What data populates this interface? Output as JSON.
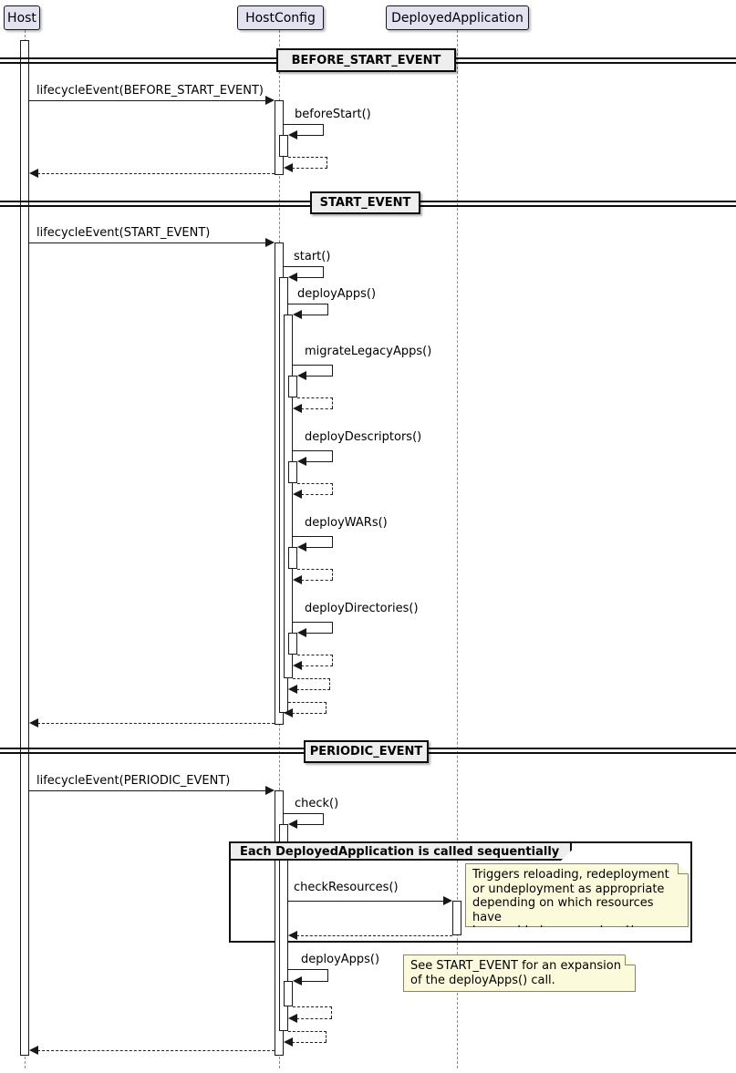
{
  "diagram": {
    "participants": [
      {
        "label": "Host"
      },
      {
        "label": "HostConfig"
      },
      {
        "label": "DeployedApplication"
      }
    ],
    "dividers": {
      "before_start": "BEFORE_START_EVENT",
      "start": "START_EVENT",
      "periodic": "PERIODIC_EVENT"
    },
    "messages": {
      "lifecycle_before_start": "lifecycleEvent(BEFORE_START_EVENT)",
      "before_start": "beforeStart()",
      "lifecycle_start": "lifecycleEvent(START_EVENT)",
      "start": "start()",
      "deploy_apps": "deployApps()",
      "migrate_legacy_apps": "migrateLegacyApps()",
      "deploy_descriptors": "deployDescriptors()",
      "deploy_wars": "deployWARs()",
      "deploy_directories": "deployDirectories()",
      "lifecycle_periodic": "lifecycleEvent(PERIODIC_EVENT)",
      "check": "check()",
      "check_resources": "checkResources()",
      "deploy_apps_periodic": "deployApps()"
    },
    "frame": {
      "title": "Each DeployedApplication is called sequentially"
    },
    "notes": {
      "check_resources": "Triggers reloading, redeployment\nor undeployment as appropriate\ndepending on which resources have\nbeen added, removed and/or changed.",
      "deploy_apps": "See START_EVENT for an expansion\nof the deployApps() call."
    },
    "colors": {
      "participant_fill": "#E2E2F0",
      "participant_border": "#181818",
      "divider_fill": "#EEEEEE",
      "note_fill": "#FBFBDC",
      "line": "#181818",
      "lifeline": "#8A8A8A"
    }
  }
}
